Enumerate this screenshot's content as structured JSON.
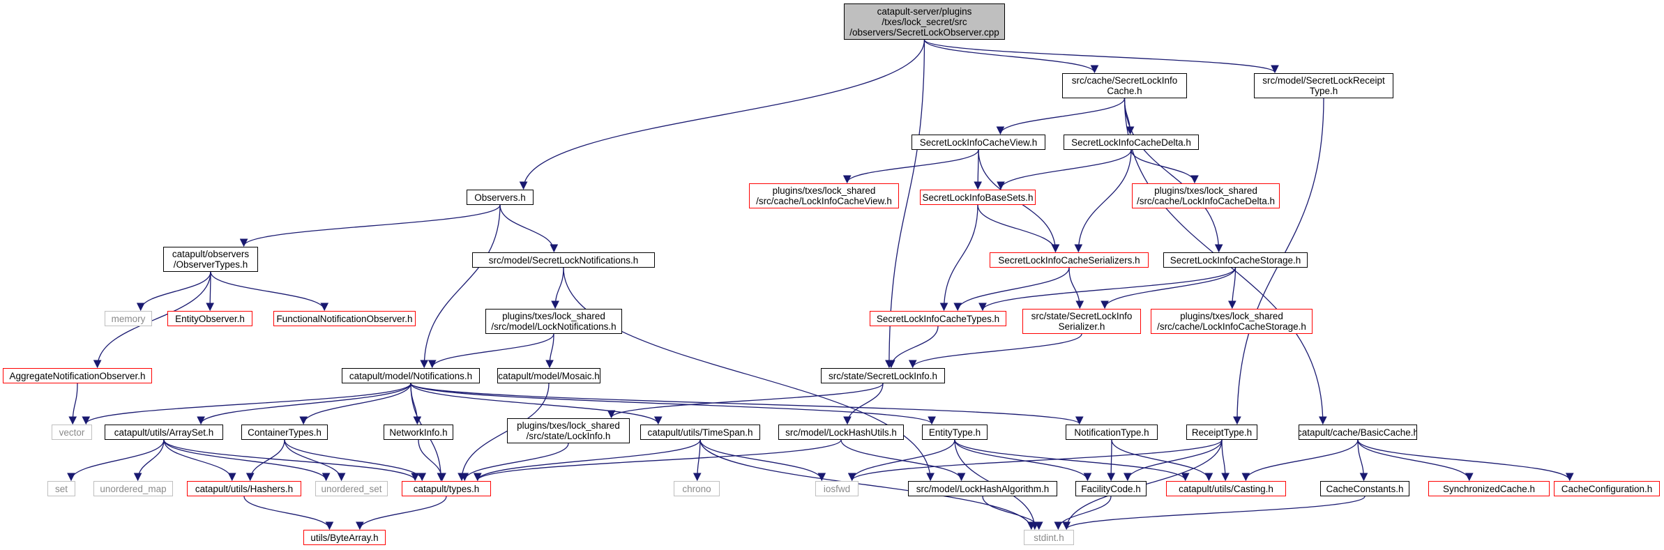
{
  "diagram": {
    "colors": {
      "edge": "#191970",
      "box_normal": "#000000",
      "box_missing": "#ff0000",
      "box_system": "#bfbfbf",
      "root_fill": "#bfbfbf"
    },
    "nodes": [
      {
        "id": "root",
        "label": "catapult-server/plugins\n/txes/lock_secret/src\n/observers/SecretLockObserver.cpp",
        "kind": "root"
      },
      {
        "id": "infocache",
        "label": "src/cache/SecretLockInfo\nCache.h",
        "kind": "normal"
      },
      {
        "id": "receipttype_m",
        "label": "src/model/SecretLockReceipt\nType.h",
        "kind": "normal"
      },
      {
        "id": "observers",
        "label": "Observers.h",
        "kind": "normal"
      },
      {
        "id": "cacheview",
        "label": "SecretLockInfoCacheView.h",
        "kind": "normal"
      },
      {
        "id": "cachedelta",
        "label": "SecretLockInfoCacheDelta.h",
        "kind": "normal"
      },
      {
        "id": "lockinfoview",
        "label": "plugins/txes/lock_shared\n/src/cache/LockInfoCacheView.h",
        "kind": "missing"
      },
      {
        "id": "basesets",
        "label": "SecretLockInfoBaseSets.h",
        "kind": "missing"
      },
      {
        "id": "lockinfodelta",
        "label": "plugins/txes/lock_shared\n/src/cache/LockInfoCacheDelta.h",
        "kind": "missing"
      },
      {
        "id": "observertypes",
        "label": "catapult/observers\n/ObserverTypes.h",
        "kind": "normal"
      },
      {
        "id": "locknotif",
        "label": "src/model/SecretLockNotifications.h",
        "kind": "normal"
      },
      {
        "id": "serializers",
        "label": "SecretLockInfoCacheSerializers.h",
        "kind": "missing"
      },
      {
        "id": "storage",
        "label": "SecretLockInfoCacheStorage.h",
        "kind": "normal"
      },
      {
        "id": "memory",
        "label": "memory",
        "kind": "system"
      },
      {
        "id": "entityobserver",
        "label": "EntityObserver.h",
        "kind": "missing"
      },
      {
        "id": "funcnotif",
        "label": "FunctionalNotificationObserver.h",
        "kind": "missing"
      },
      {
        "id": "locknotifshared",
        "label": "plugins/txes/lock_shared\n/src/model/LockNotifications.h",
        "kind": "normal"
      },
      {
        "id": "cachetypes",
        "label": "SecretLockInfoCacheTypes.h",
        "kind": "missing"
      },
      {
        "id": "infoserializer",
        "label": "src/state/SecretLockInfo\nSerializer.h",
        "kind": "missing"
      },
      {
        "id": "lockinfostorage",
        "label": "plugins/txes/lock_shared\n/src/cache/LockInfoCacheStorage.h",
        "kind": "missing"
      },
      {
        "id": "aggregate",
        "label": "AggregateNotificationObserver.h",
        "kind": "missing"
      },
      {
        "id": "notifications",
        "label": "catapult/model/Notifications.h",
        "kind": "normal"
      },
      {
        "id": "mosaic",
        "label": "catapult/model/Mosaic.h",
        "kind": "normal"
      },
      {
        "id": "secretlockinfo",
        "label": "src/state/SecretLockInfo.h",
        "kind": "normal"
      },
      {
        "id": "vector",
        "label": "vector",
        "kind": "system"
      },
      {
        "id": "arrayset",
        "label": "catapult/utils/ArraySet.h",
        "kind": "normal"
      },
      {
        "id": "containertypes",
        "label": "ContainerTypes.h",
        "kind": "normal"
      },
      {
        "id": "networkinfo",
        "label": "NetworkInfo.h",
        "kind": "normal"
      },
      {
        "id": "lockinfo",
        "label": "plugins/txes/lock_shared\n/src/state/LockInfo.h",
        "kind": "normal"
      },
      {
        "id": "timespan",
        "label": "catapult/utils/TimeSpan.h",
        "kind": "normal"
      },
      {
        "id": "lockhashutils",
        "label": "src/model/LockHashUtils.h",
        "kind": "normal"
      },
      {
        "id": "entitytype",
        "label": "EntityType.h",
        "kind": "normal"
      },
      {
        "id": "notiftype",
        "label": "NotificationType.h",
        "kind": "normal"
      },
      {
        "id": "receipttype",
        "label": "ReceiptType.h",
        "kind": "normal"
      },
      {
        "id": "basiccache",
        "label": "catapult/cache/BasicCache.h",
        "kind": "normal"
      },
      {
        "id": "set",
        "label": "set",
        "kind": "system"
      },
      {
        "id": "unordered_map",
        "label": "unordered_map",
        "kind": "system"
      },
      {
        "id": "hashers",
        "label": "catapult/utils/Hashers.h",
        "kind": "missing"
      },
      {
        "id": "unordered_set",
        "label": "unordered_set",
        "kind": "system"
      },
      {
        "id": "types",
        "label": "catapult/types.h",
        "kind": "missing"
      },
      {
        "id": "chrono",
        "label": "chrono",
        "kind": "system"
      },
      {
        "id": "iosfwd",
        "label": "iosfwd",
        "kind": "system"
      },
      {
        "id": "lockhashalgo",
        "label": "src/model/LockHashAlgorithm.h",
        "kind": "normal"
      },
      {
        "id": "facilitycode",
        "label": "FacilityCode.h",
        "kind": "normal"
      },
      {
        "id": "casting",
        "label": "catapult/utils/Casting.h",
        "kind": "missing"
      },
      {
        "id": "cacheconstants",
        "label": "CacheConstants.h",
        "kind": "normal"
      },
      {
        "id": "syncache",
        "label": "SynchronizedCache.h",
        "kind": "missing"
      },
      {
        "id": "cacheconfig",
        "label": "CacheConfiguration.h",
        "kind": "missing"
      },
      {
        "id": "bytearray",
        "label": "utils/ByteArray.h",
        "kind": "missing"
      },
      {
        "id": "stdint",
        "label": "stdint.h",
        "kind": "system"
      }
    ],
    "edges": [
      [
        "root",
        "infocache"
      ],
      [
        "root",
        "receipttype_m"
      ],
      [
        "root",
        "observers"
      ],
      [
        "root",
        "secretlockinfo"
      ],
      [
        "infocache",
        "cacheview"
      ],
      [
        "infocache",
        "cachedelta"
      ],
      [
        "infocache",
        "storage"
      ],
      [
        "infocache",
        "basiccache"
      ],
      [
        "receipttype_m",
        "receipttype"
      ],
      [
        "cacheview",
        "lockinfoview"
      ],
      [
        "cacheview",
        "basesets"
      ],
      [
        "cacheview",
        "serializers"
      ],
      [
        "cachedelta",
        "basesets"
      ],
      [
        "cachedelta",
        "serializers"
      ],
      [
        "cachedelta",
        "lockinfodelta"
      ],
      [
        "basesets",
        "serializers"
      ],
      [
        "basesets",
        "cachetypes"
      ],
      [
        "serializers",
        "cachetypes"
      ],
      [
        "serializers",
        "infoserializer"
      ],
      [
        "storage",
        "cachetypes"
      ],
      [
        "storage",
        "infoserializer"
      ],
      [
        "storage",
        "lockinfostorage"
      ],
      [
        "cachetypes",
        "secretlockinfo"
      ],
      [
        "infoserializer",
        "secretlockinfo"
      ],
      [
        "observers",
        "observertypes"
      ],
      [
        "observers",
        "locknotif"
      ],
      [
        "observers",
        "notifications"
      ],
      [
        "observertypes",
        "aggregate"
      ],
      [
        "observertypes",
        "memory"
      ],
      [
        "observertypes",
        "entityobserver"
      ],
      [
        "observertypes",
        "funcnotif"
      ],
      [
        "aggregate",
        "vector"
      ],
      [
        "locknotif",
        "locknotifshared"
      ],
      [
        "locknotif",
        "lockhashalgo"
      ],
      [
        "locknotifshared",
        "notifications"
      ],
      [
        "locknotifshared",
        "mosaic"
      ],
      [
        "mosaic",
        "types"
      ],
      [
        "notifications",
        "vector"
      ],
      [
        "notifications",
        "arrayset"
      ],
      [
        "notifications",
        "containertypes"
      ],
      [
        "notifications",
        "networkinfo"
      ],
      [
        "notifications",
        "types"
      ],
      [
        "notifications",
        "timespan"
      ],
      [
        "notifications",
        "entitytype"
      ],
      [
        "notifications",
        "notiftype"
      ],
      [
        "secretlockinfo",
        "lockinfo"
      ],
      [
        "secretlockinfo",
        "lockhashutils"
      ],
      [
        "arrayset",
        "set"
      ],
      [
        "arrayset",
        "unordered_map"
      ],
      [
        "arrayset",
        "hashers"
      ],
      [
        "arrayset",
        "unordered_set"
      ],
      [
        "arrayset",
        "types"
      ],
      [
        "containertypes",
        "hashers"
      ],
      [
        "containertypes",
        "unordered_set"
      ],
      [
        "containertypes",
        "types"
      ],
      [
        "networkinfo",
        "types"
      ],
      [
        "lockinfo",
        "types"
      ],
      [
        "timespan",
        "types"
      ],
      [
        "timespan",
        "chrono"
      ],
      [
        "timespan",
        "iosfwd"
      ],
      [
        "timespan",
        "stdint"
      ],
      [
        "lockhashutils",
        "types"
      ],
      [
        "lockhashutils",
        "lockhashalgo"
      ],
      [
        "entitytype",
        "iosfwd"
      ],
      [
        "entitytype",
        "facilitycode"
      ],
      [
        "entitytype",
        "casting"
      ],
      [
        "entitytype",
        "stdint"
      ],
      [
        "notiftype",
        "facilitycode"
      ],
      [
        "notiftype",
        "casting"
      ],
      [
        "receipttype",
        "iosfwd"
      ],
      [
        "receipttype",
        "facilitycode"
      ],
      [
        "receipttype",
        "casting"
      ],
      [
        "receipttype",
        "stdint"
      ],
      [
        "basiccache",
        "casting"
      ],
      [
        "basiccache",
        "cacheconstants"
      ],
      [
        "basiccache",
        "syncache"
      ],
      [
        "basiccache",
        "cacheconfig"
      ],
      [
        "hashers",
        "bytearray"
      ],
      [
        "types",
        "bytearray"
      ],
      [
        "lockhashalgo",
        "stdint"
      ],
      [
        "facilitycode",
        "stdint"
      ],
      [
        "cacheconstants",
        "stdint"
      ]
    ]
  }
}
